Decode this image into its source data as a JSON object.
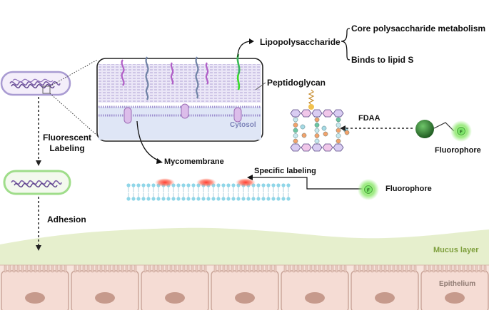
{
  "labels": {
    "lipopolysaccharide": "Lipopolysaccharide",
    "core_metabolism": "Core polysaccharide metabolism",
    "binds_lipid": "Binds to lipid S",
    "peptidoglycan": "Peptidoglycan",
    "cytosol": "Cytosol",
    "fdaa": "FDAA",
    "fluorophore_top": "Fluorophore",
    "fluorophore_mid": "Fluorophore",
    "fluorescent_labeling": "Fluorescent\nLabeling",
    "mycomembrane": "Mycomembrane",
    "specific_labeling": "Specific labeling",
    "adhesion": "Adhesion",
    "mucus_layer": "Mucus layer",
    "epithelium": "Epithelium",
    "fluor_glyph": "F"
  },
  "colors": {
    "membrane_purple": "#a99bd2",
    "cytosol_fill": "#dfe6f6",
    "lps_purple": "#b15fc7",
    "lps_slate": "#6f82a5",
    "lps_green": "#3bdc2f",
    "mucus": "#e3edc8",
    "epithelium_cell": "#f5dcd4",
    "nucleus": "#c69a8c",
    "fluor_green": "#7ee56a",
    "bead_green": "#2f7a30",
    "label_red": "#e2322a",
    "bilayer_blue": "#8fd6e8"
  },
  "icons": {
    "bacterium_top": "rod-bacterium-icon",
    "bacterium_labeled": "fluorescent-bacterium-icon",
    "fluorophore": "fluorophore-icon",
    "fdaa_bead": "fdaa-bead-icon"
  }
}
